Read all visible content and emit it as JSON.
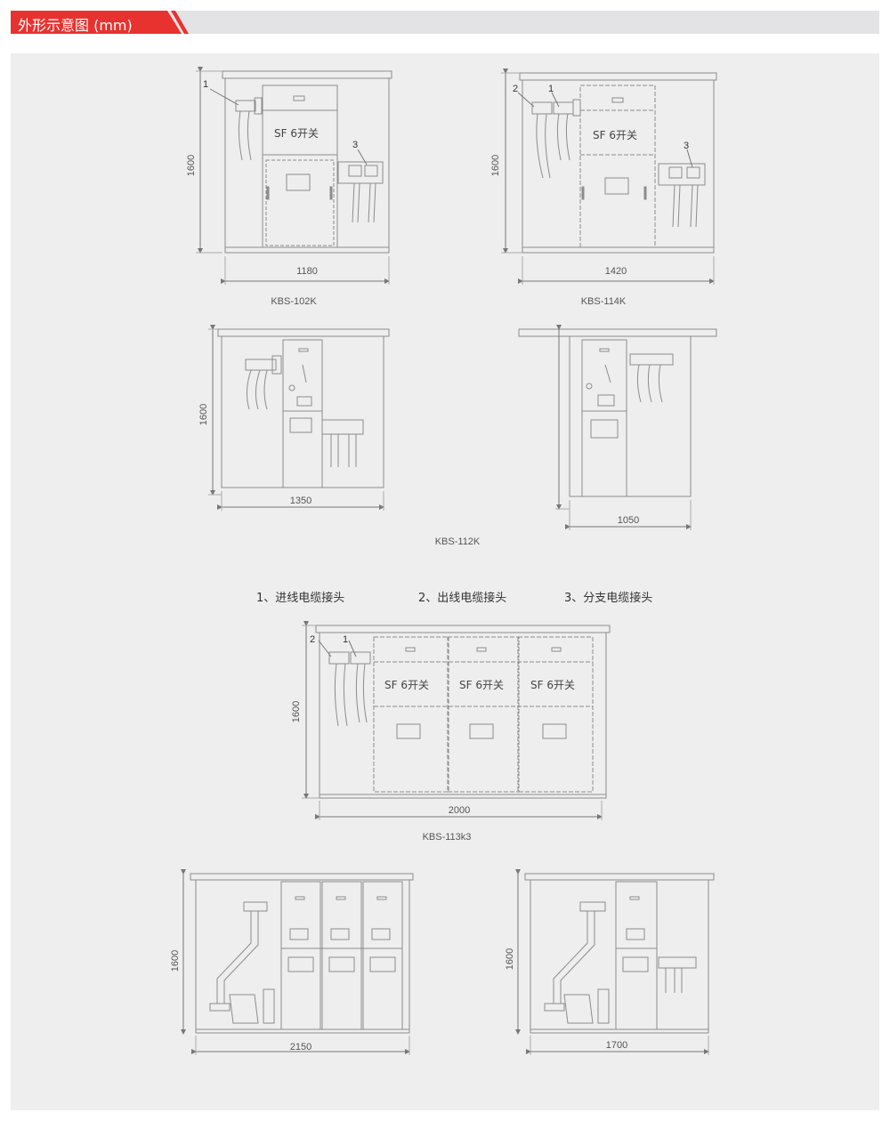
{
  "header": {
    "title": "外形示意图 (mm)"
  },
  "legend": [
    "1、进线电缆接头",
    "2、出线电缆接头",
    "3、分支电缆接头"
  ],
  "switch_label": "SF 6开关",
  "callouts": {
    "c1": "1",
    "c2": "2",
    "c3": "3"
  },
  "diagrams": {
    "kbs102k": {
      "model": "KBS-102K",
      "width": "1180",
      "height": "1600"
    },
    "kbs114k": {
      "model": "KBS-114K",
      "width": "1420",
      "height": "1600"
    },
    "kbs112k": {
      "model": "KBS-112K",
      "width_a": "1350",
      "width_b": "1050",
      "height": "1600"
    },
    "kbs113k3": {
      "model": "KBS-113k3",
      "width": "2000",
      "height": "1600"
    },
    "bottom_left": {
      "width": "2150",
      "height": "1600"
    },
    "bottom_right": {
      "width": "1700",
      "height": "1600"
    }
  },
  "colors": {
    "accent": "#e8322f",
    "panel": "#eeeeef",
    "line": "#8c8c8c"
  }
}
